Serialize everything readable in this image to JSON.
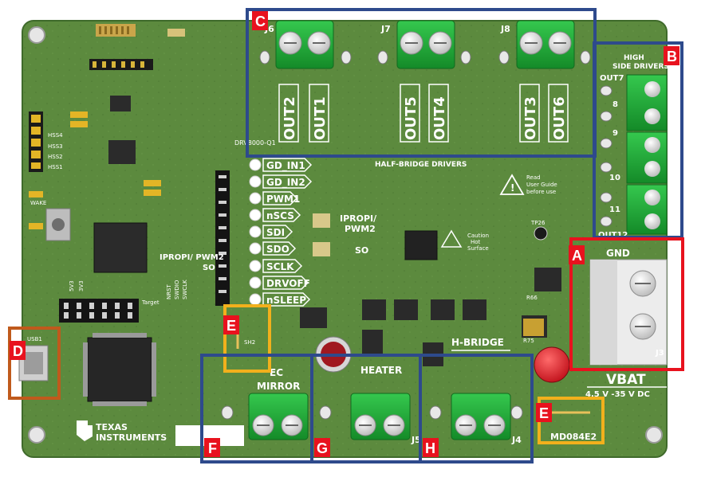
{
  "board": {
    "manufacturer_line1": "TEXAS",
    "manufacturer_line2": "INSTRUMENTS",
    "model_label": "MD084E2",
    "section_half_bridge": "HALF-BRIDGE DRIVERS",
    "section_high_side": "HIGH SIDE DRIVERS",
    "section_h_bridge": "H-BRIDGE",
    "section_heater": "HEATER",
    "section_ec_mirror_1": "EC",
    "section_ec_mirror_2": "MIRROR",
    "gnd_label": "GND",
    "vbat_label": "VBAT",
    "vbat_range": "4.5 V -35 V DC",
    "connector_j3": "J3",
    "connector_j4": "J4",
    "connector_j5": "J5",
    "connector_j6": "J6",
    "connector_j7": "J7",
    "connector_j8": "J8",
    "usb_label": "USB1",
    "ipropi_label": "IPROPI/ PWM2",
    "ipropi_label_pins": "IPROPI/ PWM2",
    "so_label": "SO",
    "so_label_pins": "SO",
    "drv_label": "DRV8000-Q1",
    "read_guide": "Read User Guide before use",
    "caution": "Caution Hot Surface",
    "target_label": "Target",
    "wake_label": "WAKE",
    "sh2_label": "SH2",
    "r66_label": "R66",
    "r75_label": "R75",
    "tp26_label": "TP26"
  },
  "outputs_half_bridge": [
    "OUT2",
    "OUT1",
    "OUT5",
    "OUT4",
    "OUT3",
    "OUT6"
  ],
  "high_side_outputs": [
    "OUT7",
    "8",
    "9",
    "10",
    "11",
    "OUT12"
  ],
  "signal_pins": [
    "GD_IN1",
    "GD_IN2",
    "PWM1",
    "nSCS",
    "SDI",
    "SDO",
    "SCLK",
    "DRVOFF",
    "nSLEEP"
  ],
  "hss_pins": [
    "HSS4",
    "HSS3",
    "HSS2",
    "HSS1"
  ],
  "left_side_labels": [
    "5V3",
    "3V3",
    "NRST",
    "SWDIO",
    "SWCLK"
  ],
  "callouts": [
    {
      "tag": "A",
      "color": "#e8121e"
    },
    {
      "tag": "B",
      "color": "#e8121e"
    },
    {
      "tag": "C",
      "color": "#e8121e"
    },
    {
      "tag": "D",
      "color": "#e8121e"
    },
    {
      "tag": "E",
      "color": "#e8121e"
    },
    {
      "tag": "E",
      "color": "#e8121e"
    },
    {
      "tag": "F",
      "color": "#e8121e"
    },
    {
      "tag": "G",
      "color": "#e8121e"
    },
    {
      "tag": "H",
      "color": "#e8121e"
    }
  ],
  "colors": {
    "pcb": "#5c8a3e",
    "terminal_green": "#22b23c",
    "box_blue": "#2e4a8c",
    "box_red": "#e8121e",
    "box_orange": "#f2b01c",
    "box_brown": "#c05a1c"
  }
}
